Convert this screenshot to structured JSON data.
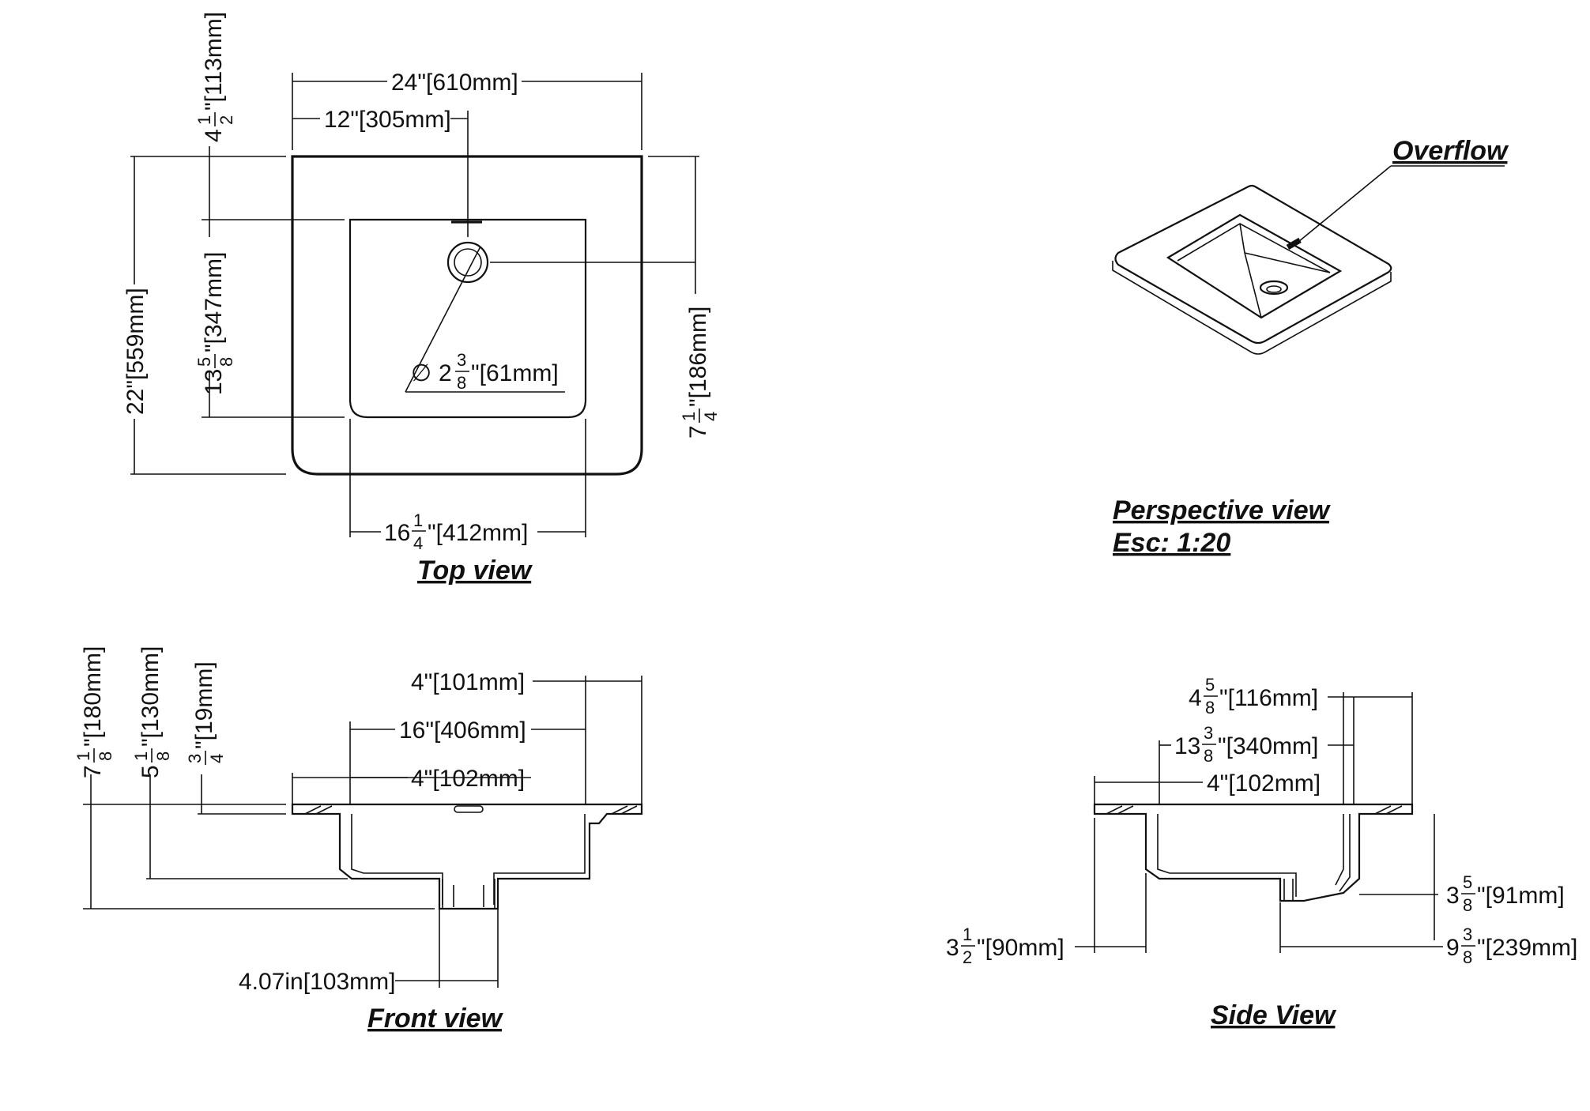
{
  "views": {
    "top": {
      "title": "Top view",
      "dims": {
        "width": "24\"[610mm]",
        "half_width": "12\"[305mm]",
        "depth": "22\"[559mm]",
        "front_gap_whole": "4",
        "front_gap_num": "1",
        "front_gap_den": "2",
        "front_gap_mm": "\"[113mm]",
        "basin_depth_whole": "13",
        "basin_depth_num": "5",
        "basin_depth_den": "8",
        "basin_depth_mm": "\"[347mm]",
        "drain_offset_whole": "7",
        "drain_offset_num": "1",
        "drain_offset_den": "4",
        "drain_offset_mm": "\"[186mm]",
        "basin_width_whole": "16",
        "basin_width_num": "1",
        "basin_width_den": "4",
        "basin_width_mm": "\"[412mm]",
        "drain_dia_symbol": "∅",
        "drain_dia_whole": "2",
        "drain_dia_num": "3",
        "drain_dia_den": "8",
        "drain_dia_mm": "\"[61mm]"
      }
    },
    "perspective": {
      "title": "Perspective view",
      "scale": "Esc: 1:20",
      "callout": "Overflow"
    },
    "front": {
      "title": "Front view",
      "dims": {
        "right_4": "4\"[101mm]",
        "inner_16": "16\"[406mm]",
        "left_4": "4\"[102mm]",
        "drain_w": "4.07in[103mm]",
        "total_h_whole": "7",
        "total_h_num": "1",
        "total_h_den": "8",
        "total_h_mm": "\"[180mm]",
        "basin_h_whole": "5",
        "basin_h_num": "1",
        "basin_h_den": "8",
        "basin_h_mm": "\"[130mm]",
        "top_h_num": "3",
        "top_h_den": "4",
        "top_h_mm": "\"[19mm]"
      }
    },
    "side": {
      "title": "Side View",
      "dims": {
        "top_whole": "4",
        "top_num": "5",
        "top_den": "8",
        "top_mm": "\"[116mm]",
        "mid_whole": "13",
        "mid_num": "3",
        "mid_den": "8",
        "mid_mm": "\"[340mm]",
        "left_4": "4\"[102mm]",
        "left_whole": "3",
        "left_num": "1",
        "left_den": "2",
        "left_mm": "\"[90mm]",
        "overflow_whole": "3",
        "overflow_num": "5",
        "overflow_den": "8",
        "overflow_mm": "\"[91mm]",
        "drain_whole": "9",
        "drain_num": "3",
        "drain_den": "8",
        "drain_mm": "\"[239mm]"
      }
    }
  }
}
